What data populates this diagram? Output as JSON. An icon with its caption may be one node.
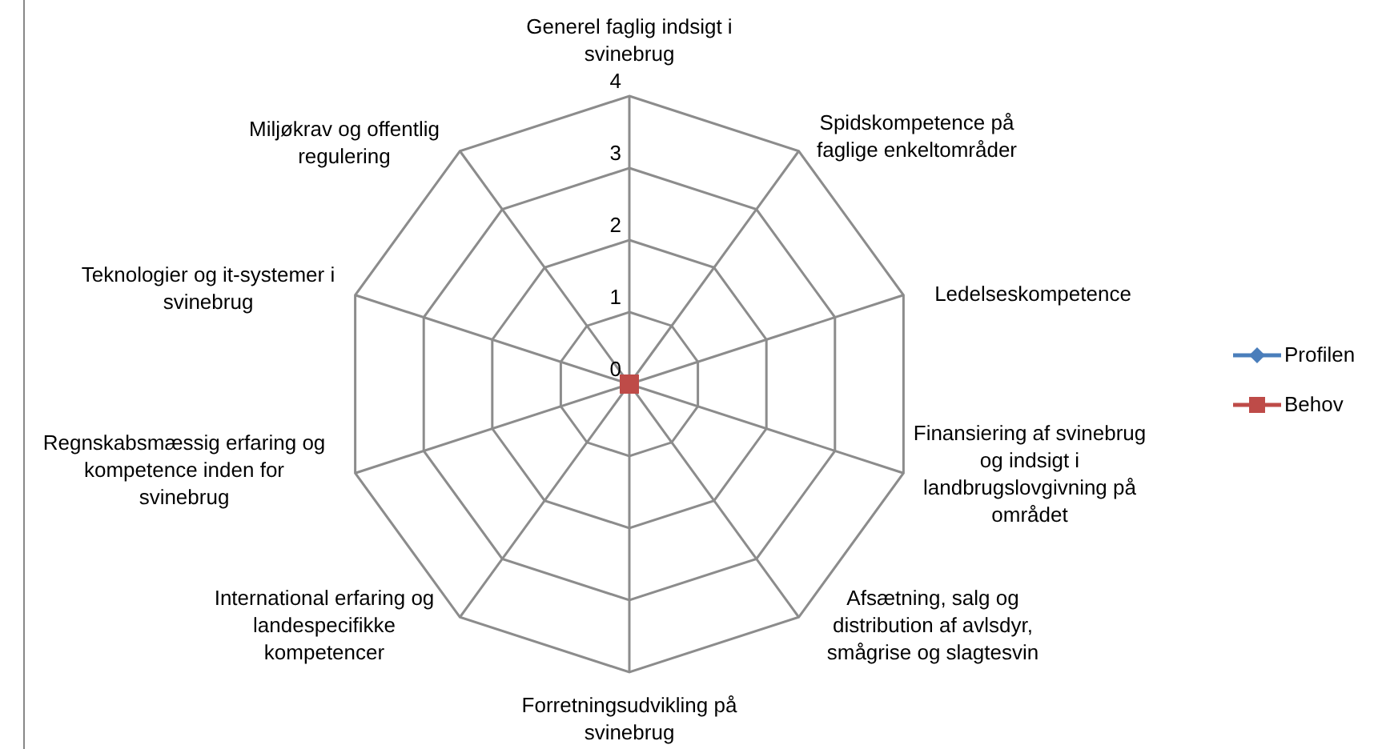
{
  "diagram": {
    "labels": [
      "Generel faglig indsigt i svinebrug",
      "4",
      "Miljøkrav og offentlig regulering",
      "Spidskompetence på faglige enkeltområder",
      "3",
      "2",
      "Teknologier og it-systemer i svinebrug",
      "Ledelseskompetence",
      "1",
      "0",
      "Regnskabsmæssig erfaring og kompetence inden for svinebrug",
      "Finansiering af svinebrug og indsigt i landbrugslovgivning på området",
      "International erfaring og landespecifikke kompetencer",
      "Afsætning, salg og distribution af avlsdyr, smågrise og slagtesvin",
      "Forretningsudvikling på svinebrug"
    ],
    "legend": [
      {
        "text": "Profilen"
      },
      {
        "text": "Behov"
      }
    ]
  }
}
